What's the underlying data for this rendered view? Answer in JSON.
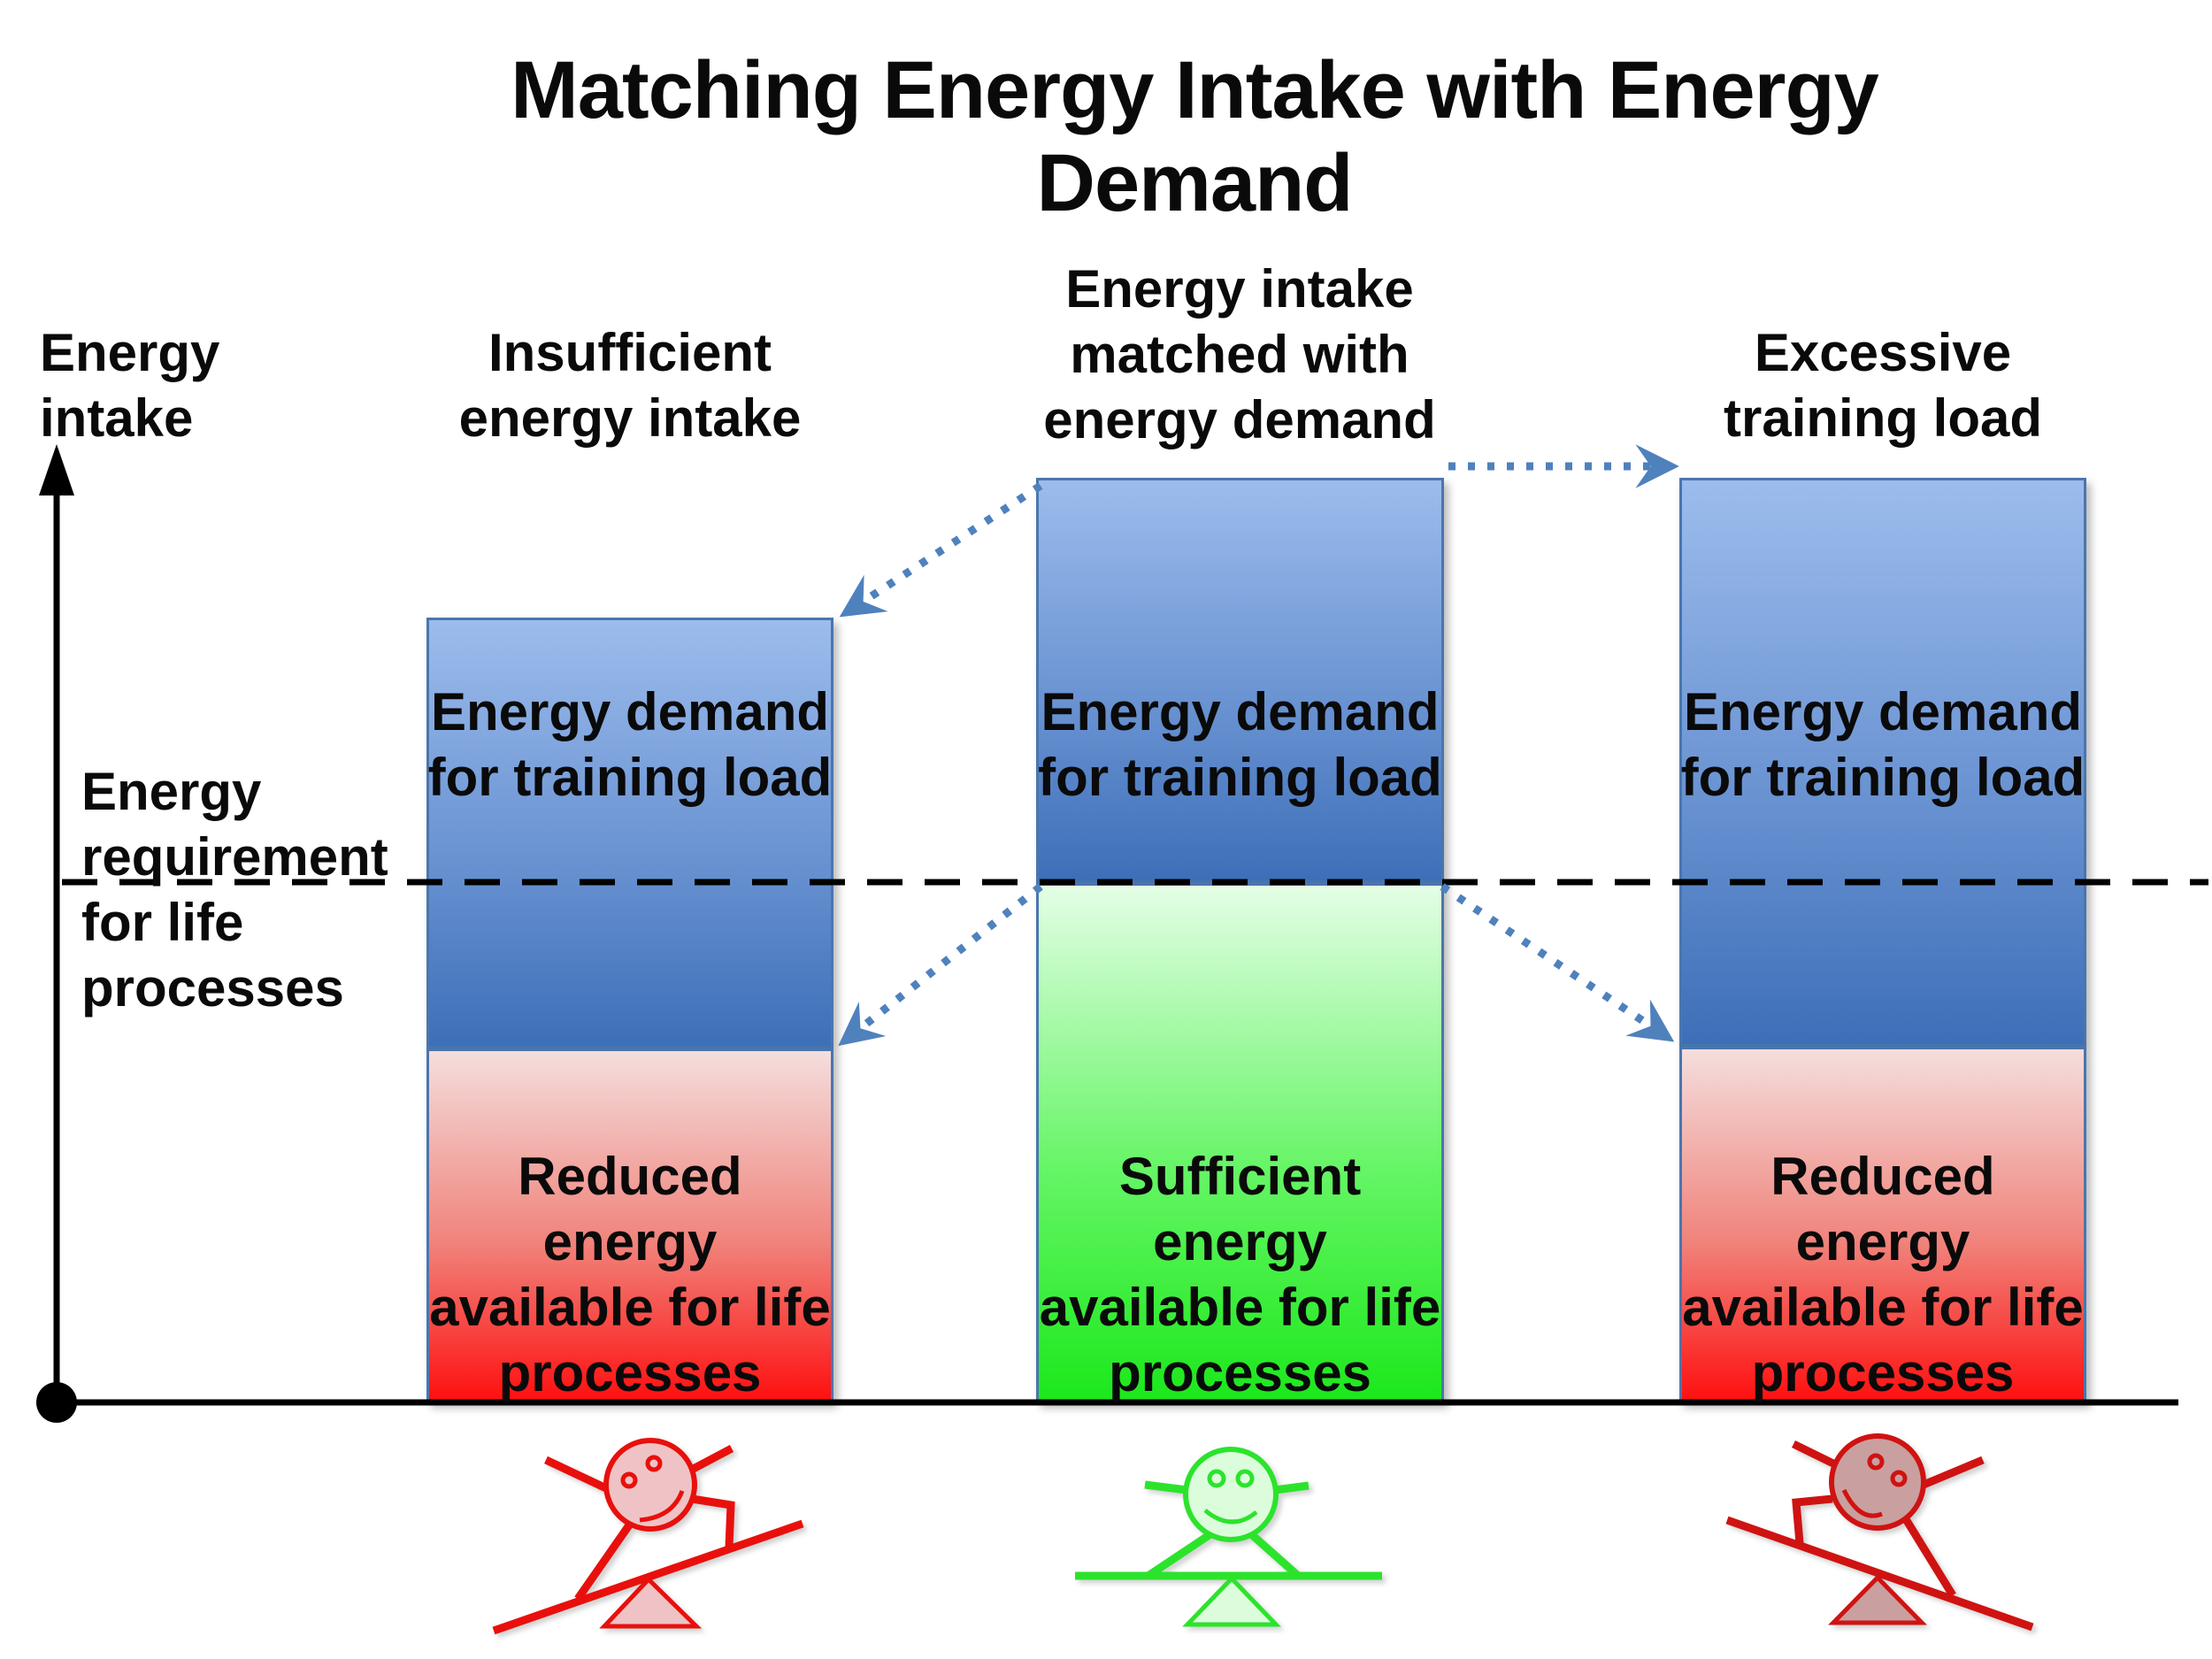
{
  "title": "Matching Energy Intake with Energy Demand",
  "y_axis": {
    "label_lines": [
      "Energy",
      "intake"
    ]
  },
  "reference_line": {
    "label_lines": [
      "Energy",
      "requirement",
      "for life",
      "processes"
    ]
  },
  "columns": [
    {
      "header_lines": [
        "Insufficient",
        "energy intake"
      ],
      "top_box": {
        "lines": [
          "Energy demand",
          "for training load"
        ]
      },
      "bottom_box": {
        "lines": [
          "Reduced energy",
          "available for life",
          "processes"
        ]
      },
      "figure": "seesaw-tilted-left-sad"
    },
    {
      "header_lines": [
        "Energy intake",
        "matched with",
        "energy demand"
      ],
      "top_box": {
        "lines": [
          "Energy demand",
          "for training load"
        ]
      },
      "bottom_box": {
        "lines": [
          "Sufficient energy",
          "available for life",
          "processes"
        ]
      },
      "figure": "seesaw-balanced-happy"
    },
    {
      "header_lines": [
        "Excessive",
        "training load"
      ],
      "top_box": {
        "lines": [
          "Energy demand",
          "for training load"
        ]
      },
      "bottom_box": {
        "lines": [
          "Reduced energy",
          "available for life",
          "processes"
        ]
      },
      "figure": "seesaw-tilted-right-sad"
    }
  ],
  "colors": {
    "box_border": "#4a76ae",
    "blue_top": "#9cbcec",
    "blue_bottom": "#3d6fb8",
    "red_top": "#f4dedd",
    "red_mid": "#f0837b",
    "red_bottom": "#fe1111",
    "green_top": "#e4fee6",
    "green_mid": "#66f566",
    "green_bottom": "#1ce81c",
    "arrow": "#4f81bd",
    "axis": "#000000",
    "figure_red": "#e8100c",
    "figure_red_fill": "#efc3c5",
    "figure_green": "#2ce32c",
    "figure_green_fill": "#dcfddc",
    "figure_dark_red": "#cf1312",
    "figure_dark_fill": "#c9a09f"
  }
}
